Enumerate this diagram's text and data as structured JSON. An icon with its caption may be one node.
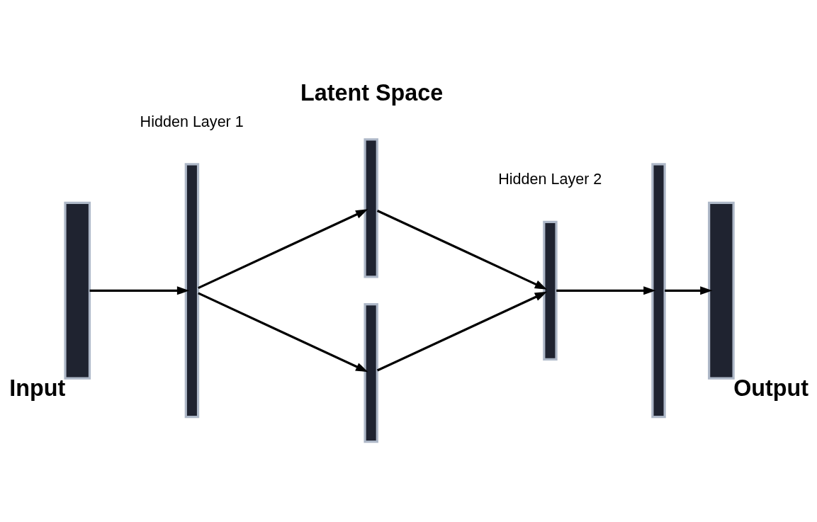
{
  "diagram": {
    "nodes": [
      {
        "text": [],
        "shape": "bar",
        "beside": [
          "Input"
        ]
      },
      {
        "text": [],
        "shape": "bar"
      },
      {
        "text": [],
        "shape": "bar"
      },
      {
        "text": [],
        "shape": "bar"
      },
      {
        "text": [],
        "shape": "bar"
      },
      {
        "text": [],
        "shape": "bar"
      },
      {
        "text": [],
        "shape": "bar",
        "beside": [
          "Output"
        ]
      }
    ],
    "edges": [
      {
        "from": 0,
        "to": 1,
        "arrow": "to"
      },
      {
        "from": 1,
        "to": 2,
        "arrow": "to"
      },
      {
        "from": 1,
        "to": 3,
        "arrow": "to"
      },
      {
        "from": 2,
        "to": 4,
        "arrow": "to"
      },
      {
        "from": 3,
        "to": 4,
        "arrow": "to"
      },
      {
        "from": 4,
        "to": 5,
        "arrow": "to"
      },
      {
        "from": 5,
        "to": 6,
        "arrow": "to"
      }
    ],
    "labels": [
      "Hidden Layer 1",
      "Hidden Layer 2",
      "Latent Space"
    ]
  }
}
